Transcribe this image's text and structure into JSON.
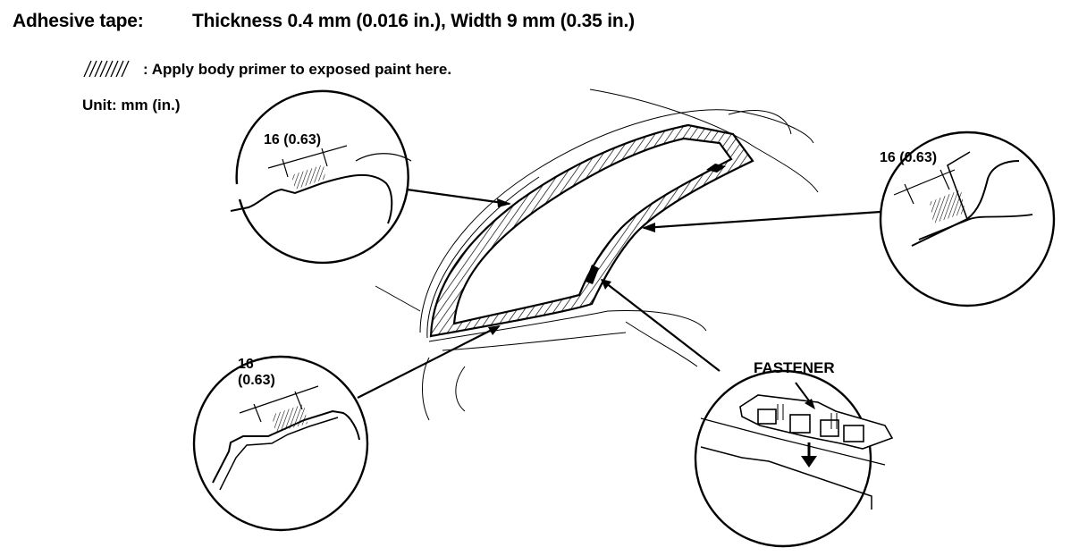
{
  "header": {
    "tape_label": "Adhesive tape:",
    "tape_spec": "Thickness 0.4 mm (0.016 in.), Width 9 mm (0.35 in.)",
    "legend_text": ": Apply body primer to exposed paint here.",
    "unit_text": "Unit: mm (in.)"
  },
  "callouts": {
    "top_left": {
      "dim": "16 (0.63)"
    },
    "right": {
      "dim": "16 (0.63)"
    },
    "bottom_left": {
      "dim_line1": "16",
      "dim_line2": "(0.63)"
    },
    "bottom_right": {
      "label": "FASTENER"
    }
  }
}
